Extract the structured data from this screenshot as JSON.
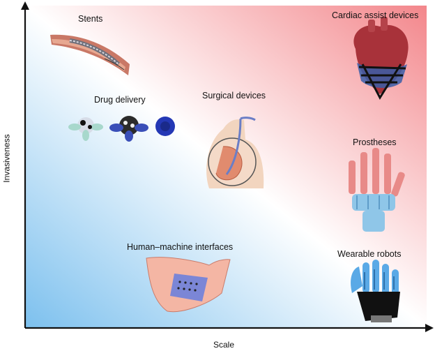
{
  "axes": {
    "x_label": "Scale",
    "y_label": "Invasiveness"
  },
  "gradient": {
    "top_right_color": "#f3868b",
    "bottom_left_color": "#7cc0ee",
    "center_color": "#ffffff"
  },
  "categories": [
    {
      "label": "Stents",
      "icon": "stent-icon"
    },
    {
      "label": "Cardiac assist devices",
      "icon": "heart-sleeve-icon"
    },
    {
      "label": "Drug delivery",
      "icon": "drug-gripper-icon"
    },
    {
      "label": "Surgical devices",
      "icon": "endoscope-stomach-icon"
    },
    {
      "label": "Prostheses",
      "icon": "prosthetic-hand-icon"
    },
    {
      "label": "Human–machine interfaces",
      "icon": "skin-patch-icon"
    },
    {
      "label": "Wearable robots",
      "icon": "soft-glove-icon"
    }
  ]
}
